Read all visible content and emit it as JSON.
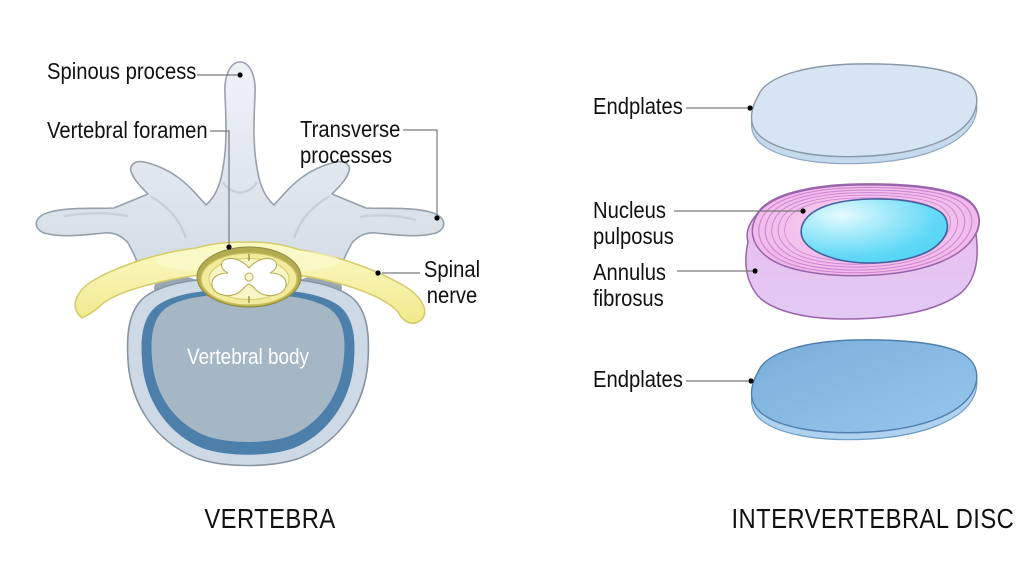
{
  "figure": {
    "left_panel": {
      "caption": "VERTEBRA",
      "labels": {
        "spinous_process": "Spinous process",
        "vertebral_foramen": "Vertebral foramen",
        "transverse_line1": "Transverse",
        "transverse_line2": "processes",
        "spinal_line1": "Spinal",
        "spinal_line2": "nerve",
        "vertebral_body": "Vertebral body"
      }
    },
    "right_panel": {
      "caption": "INTERVERTEBRAL DISC",
      "labels": {
        "endplates_top": "Endplates",
        "nucleus_line1": "Nucleus",
        "nucleus_line2": "pulposus",
        "annulus_line1": "Annulus",
        "annulus_line2": "fibrosus",
        "endplates_bottom": "Endplates"
      }
    },
    "colors": {
      "bone": "#dde4ec",
      "bone_outline": "#97a1ab",
      "nerve_yellow": "#f7f2a2",
      "nerve_outline": "#d6cc6b",
      "spinal_cord_ring": "#f1eb9b",
      "gray_matter": "#ffffff",
      "body_outer": "#cdd9e4",
      "body_ring": "#4d7fab",
      "body_inner": "#a5b6c4",
      "endplate_top": "#d6e4f3",
      "endplate_bottom": "#86b9e4",
      "annulus_pink": "#f2bcea",
      "annulus_ring_line": "#cc7fd2",
      "annulus_side": "#e4ccf5",
      "nucleus_cyan": "#5ed8f6",
      "label_text": "#111111",
      "leader_line": "#7a7a7a"
    }
  }
}
